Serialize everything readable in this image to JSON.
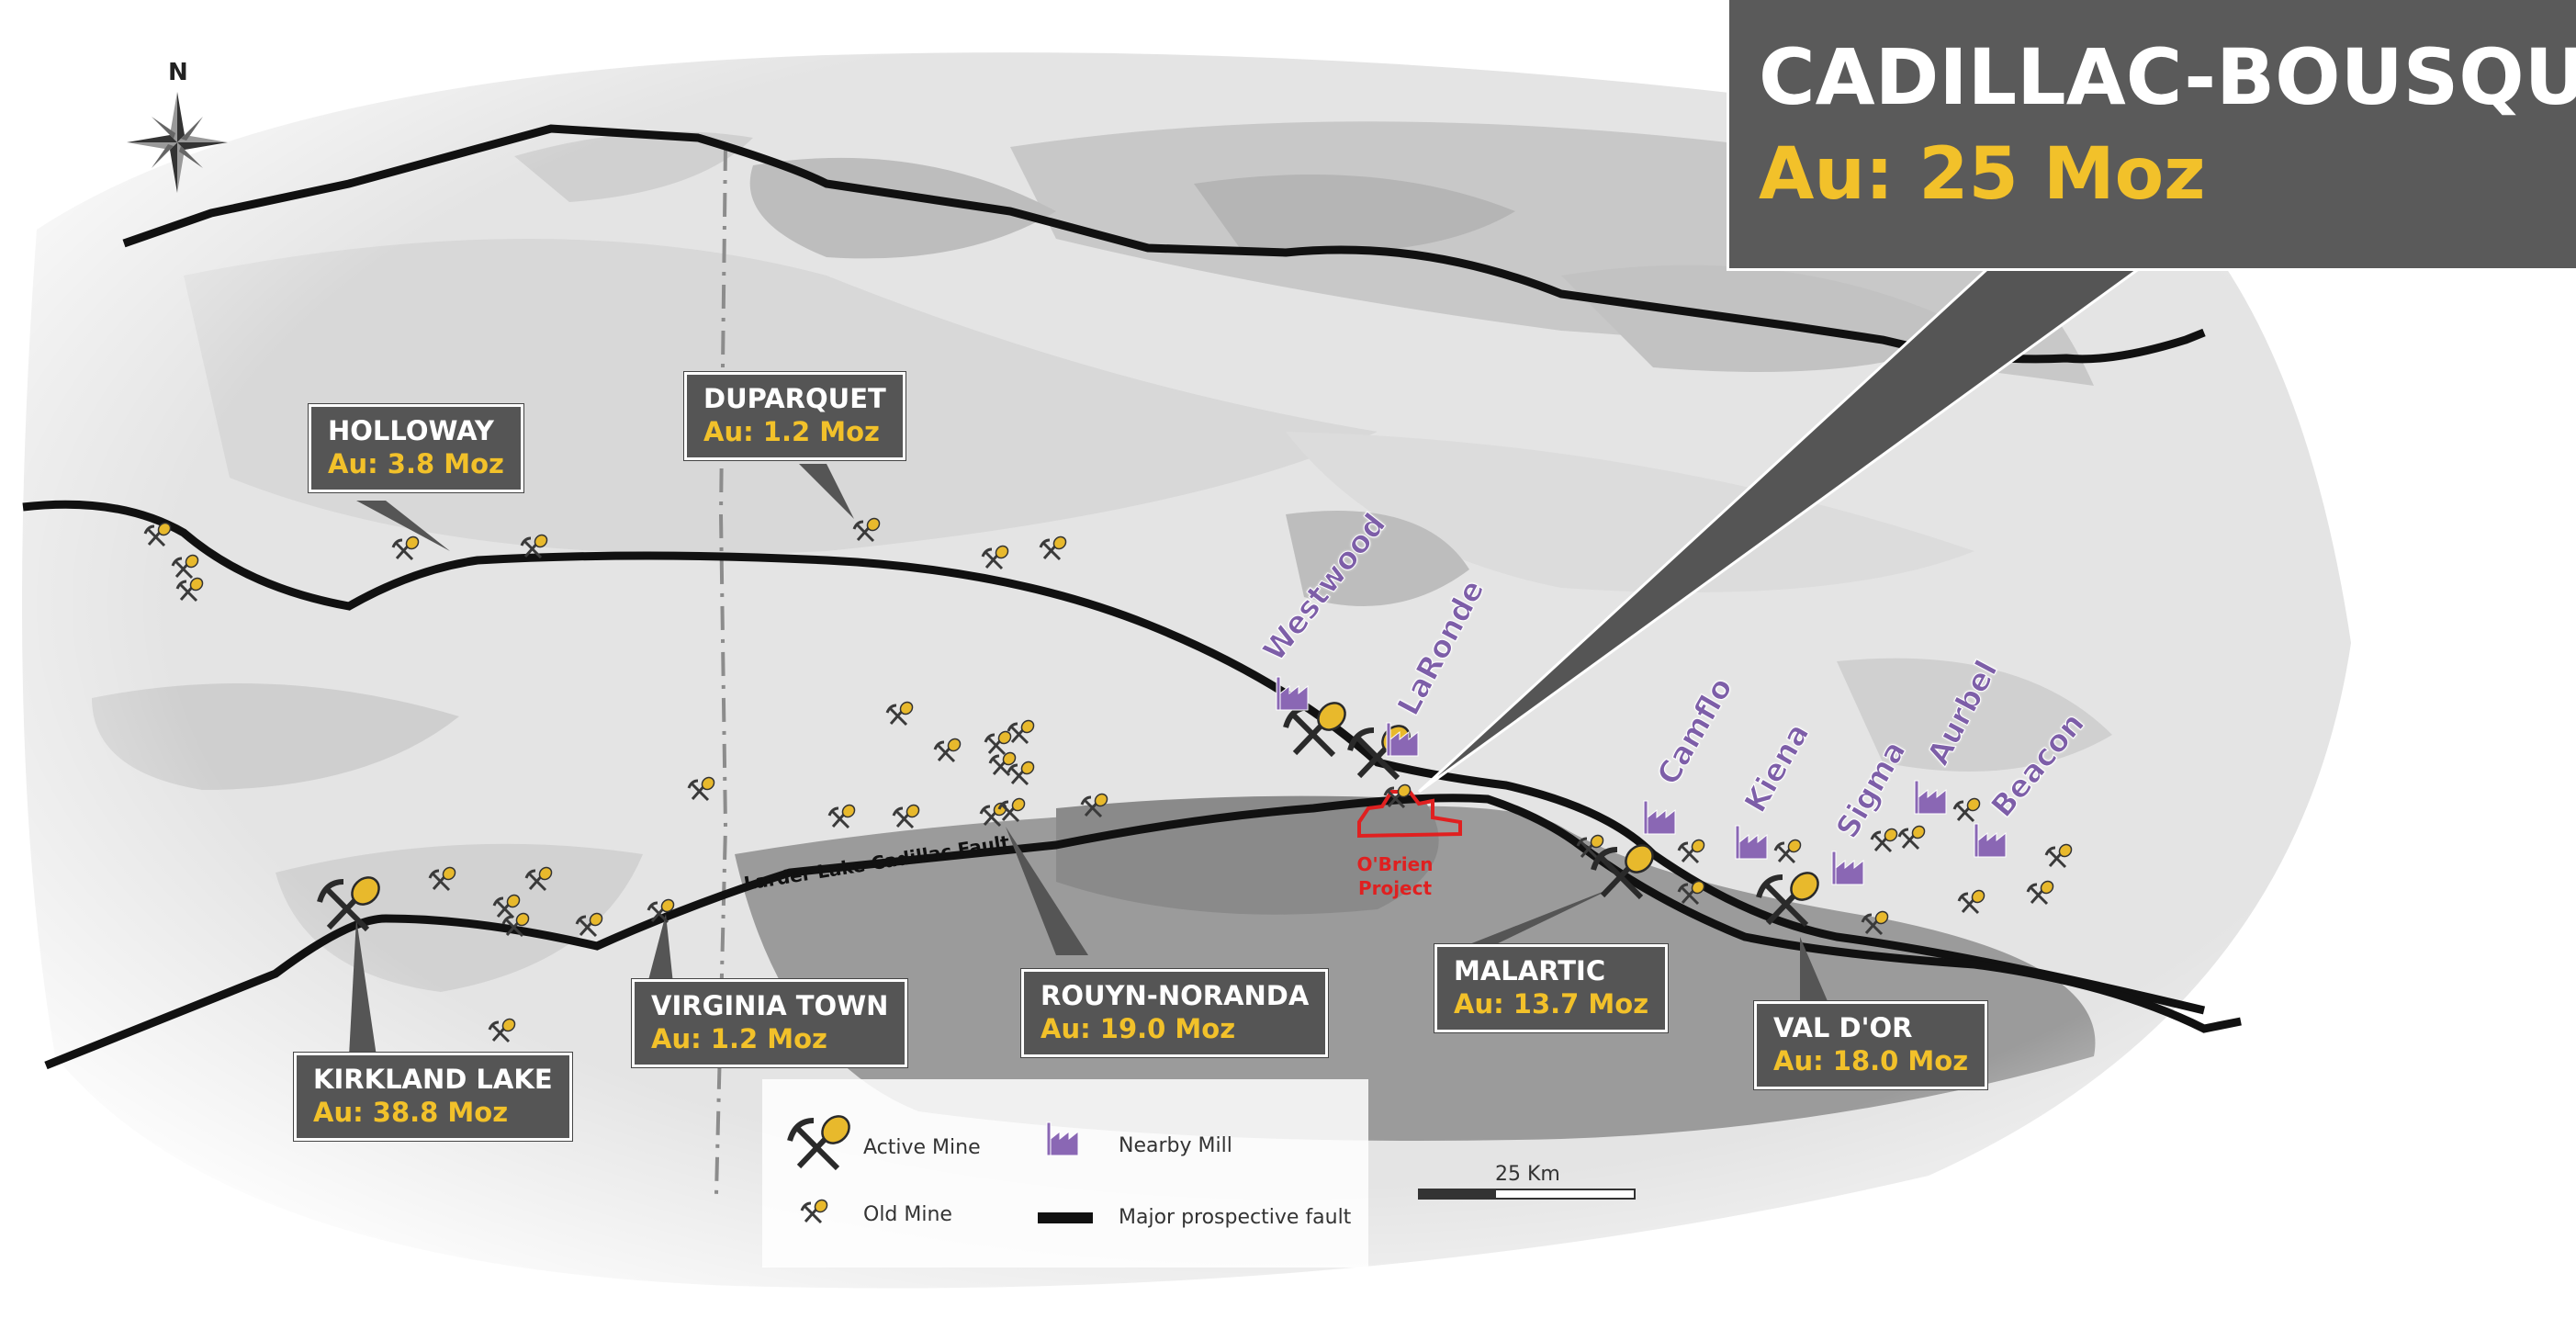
{
  "title": {
    "name": "CADILLAC-BOUSQUET",
    "au": "Au: 25 Moz"
  },
  "camps": {
    "holloway": {
      "name": "HOLLOWAY",
      "au": "Au: 3.8 Moz"
    },
    "duparquet": {
      "name": "DUPARQUET",
      "au": "Au: 1.2 Moz"
    },
    "kirkland": {
      "name": "KIRKLAND LAKE",
      "au": "Au: 38.8 Moz"
    },
    "virginia": {
      "name": "VIRGINIA TOWN",
      "au": "Au: 1.2 Moz"
    },
    "rouyn": {
      "name": "ROUYN-NORANDA",
      "au": "Au: 19.0 Moz"
    },
    "malartic": {
      "name": "MALARTIC",
      "au": "Au: 13.7 Moz"
    },
    "valdor": {
      "name": "VAL D'OR",
      "au": "Au: 18.0  Moz"
    }
  },
  "mills": [
    "Westwood",
    "LaRonde",
    "Camflo",
    "Kiena",
    "Sigma",
    "Aurbel",
    "Beacon"
  ],
  "fault_label": "Larder Lake Cadillac Fault",
  "project_label": [
    "O'Brien",
    "Project"
  ],
  "north_label": "N",
  "legend": {
    "active_mine": "Active Mine",
    "old_mine": "Old Mine",
    "nearby_mill": "Nearby Mill",
    "fault": "Major prospective fault"
  },
  "scale": "25 Km",
  "colors": {
    "callout": "#555555",
    "gold": "#f2c12a",
    "mill": "#8a67b4",
    "project": "#e02020"
  },
  "icons": {
    "active_mine": "pick-shovel-icon",
    "old_mine": "pick-shovel-icon",
    "mill": "factory-icon",
    "compass": "compass-rose-icon"
  }
}
